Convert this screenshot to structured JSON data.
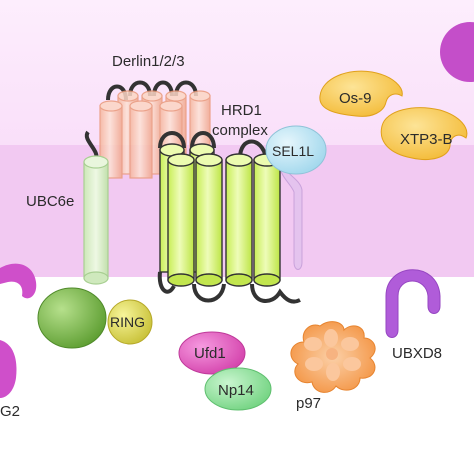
{
  "labels": {
    "derlin": "Derlin1/2/3",
    "hrd1_line1": "HRD1",
    "hrd1_line2": "complex",
    "sel1l": "SEL1L",
    "os9": "Os-9",
    "xtp3b": "XTP3-B",
    "ubc6e": "UBC6e",
    "ring": "RING",
    "ufd1": "Ufd1",
    "np14": "Np14",
    "p97": "p97",
    "ubxd8": "UBXD8",
    "partial_label": "G2"
  },
  "colors": {
    "er_lumen": "#fbe8fb",
    "membrane": "#f0c6f0",
    "derlin_fill": "#f7c0a8",
    "hrd1_fill": "#d7f57a",
    "sel1l_fill": "#bfe6f5",
    "sel1l_anchor": "#e4c3ee",
    "lectin_fill": "#f9cf5a",
    "ubc6e_fill": "#d6efc2",
    "e2_fill": "#7fbf4a",
    "ring_fill": "#e6e25a",
    "ufd1_fill": "#ea5fc4",
    "np14_fill": "#98e6a2",
    "p97_fill": "#f6a15a",
    "ubxd8_fill": "#b05cd9",
    "loop_stroke": "#333333"
  }
}
